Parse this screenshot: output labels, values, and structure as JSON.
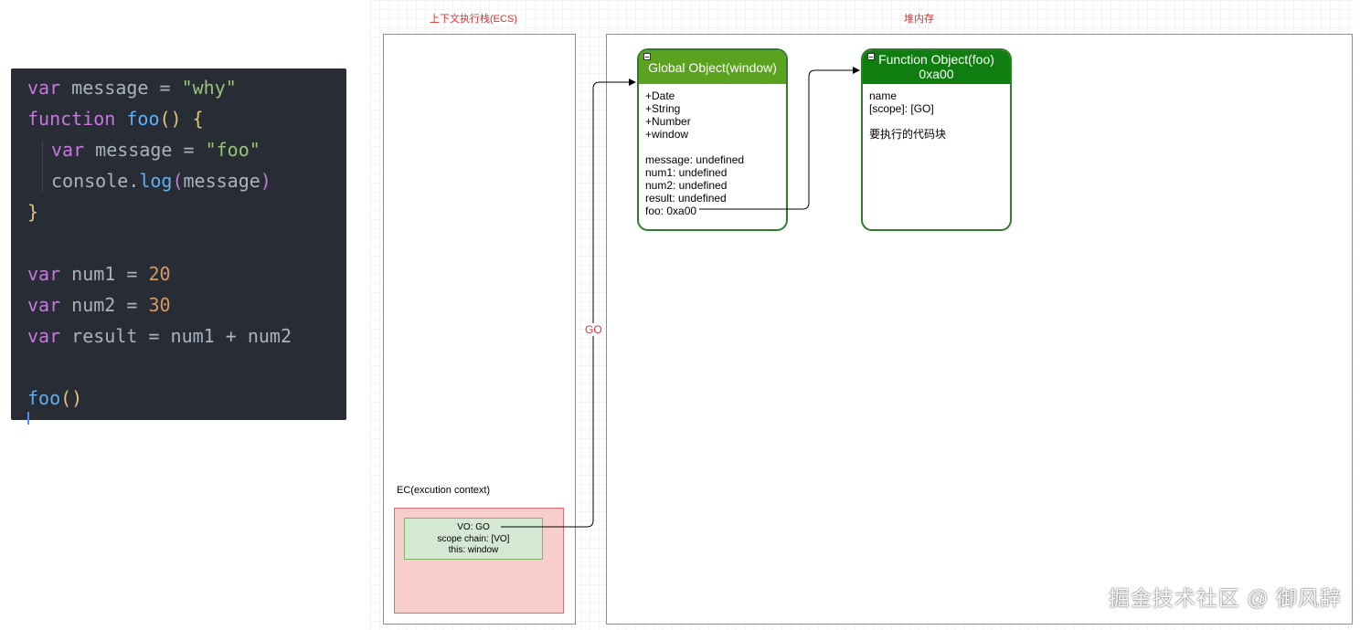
{
  "code_lines": [
    [
      {
        "t": "var",
        "c": "kw"
      },
      {
        "t": " message ",
        "c": "var"
      },
      {
        "t": "=",
        "c": "var"
      },
      {
        "t": " ",
        "c": "var"
      },
      {
        "t": "\"why\"",
        "c": "str"
      }
    ],
    [
      {
        "t": "function",
        "c": "kw"
      },
      {
        "t": " ",
        "c": "var"
      },
      {
        "t": "foo",
        "c": "fn"
      },
      {
        "t": "()",
        "c": "br"
      },
      {
        "t": " ",
        "c": "var"
      },
      {
        "t": "{",
        "c": "br"
      }
    ],
    [
      {
        "t": "var",
        "c": "kw"
      },
      {
        "t": " message ",
        "c": "var"
      },
      {
        "t": "=",
        "c": "var"
      },
      {
        "t": " ",
        "c": "var"
      },
      {
        "t": "\"foo\"",
        "c": "str"
      }
    ],
    [
      {
        "t": "console.",
        "c": "var"
      },
      {
        "t": "log",
        "c": "fn"
      },
      {
        "t": "(",
        "c": "kw"
      },
      {
        "t": "message",
        "c": "var"
      },
      {
        "t": ")",
        "c": "kw"
      }
    ],
    [
      {
        "t": "}",
        "c": "br"
      }
    ],
    [],
    [
      {
        "t": "var",
        "c": "kw"
      },
      {
        "t": " num1 ",
        "c": "var"
      },
      {
        "t": "=",
        "c": "var"
      },
      {
        "t": " ",
        "c": "var"
      },
      {
        "t": "20",
        "c": "num"
      }
    ],
    [
      {
        "t": "var",
        "c": "kw"
      },
      {
        "t": " num2 ",
        "c": "var"
      },
      {
        "t": "=",
        "c": "var"
      },
      {
        "t": " ",
        "c": "var"
      },
      {
        "t": "30",
        "c": "num"
      }
    ],
    [
      {
        "t": "var",
        "c": "kw"
      },
      {
        "t": " result ",
        "c": "var"
      },
      {
        "t": "=",
        "c": "var"
      },
      {
        "t": " num1 ",
        "c": "var"
      },
      {
        "t": "+",
        "c": "var"
      },
      {
        "t": " num2",
        "c": "var"
      }
    ],
    [],
    [
      {
        "t": "foo",
        "c": "fn"
      },
      {
        "t": "()",
        "c": "br"
      }
    ]
  ],
  "ecs": {
    "title": "上下文执行栈(ECS)",
    "ec_label": "EC(excution context)",
    "ec_lines": [
      "VO: GO",
      "scope chain: [VO]",
      "this: window"
    ]
  },
  "heap": {
    "title": "堆内存",
    "global_object": {
      "title": "Global Object(window)",
      "lines": [
        "+Date",
        "+String",
        "+Number",
        "+window",
        "",
        "message: undefined",
        "num1: undefined",
        "num2: undefined",
        "result: undefined",
        "foo: 0xa00"
      ]
    },
    "function_object": {
      "title_line1": "Function Object(foo)",
      "title_line2": "0xa00",
      "lines": [
        "name",
        "[scope]: [GO]",
        "",
        "要执行的代码块"
      ]
    }
  },
  "connector": {
    "go_label": "GO"
  },
  "watermark": "掘金技术社区 @ 御风辞",
  "colors": {
    "panel_border": "#e06c75",
    "header_green": "#5ba31e",
    "header_dark_green": "#0f7d0f",
    "ec_fill": "#f8cecc",
    "vo_fill": "#d5e8d4"
  }
}
